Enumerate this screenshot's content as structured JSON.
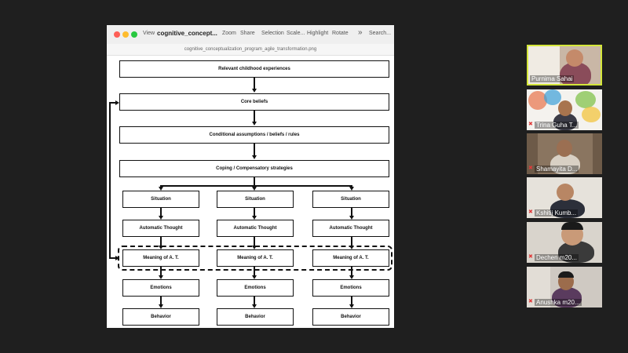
{
  "viewer": {
    "toolbar": {
      "view_label": "View",
      "title": "cognitive_concept...",
      "zoom_label": "Zoom",
      "share_label": "Share",
      "selection_label": "Selection",
      "scale_label": "Scale...",
      "highlight_label": "Highlight",
      "rotate_label": "Rotate",
      "more_label": "»",
      "search_placeholder": "Search..."
    },
    "filename": "cognitive_conceptualization_program_agile_transformation.png"
  },
  "diagram": {
    "top_boxes": [
      "Relevant childhood experiences",
      "Core beliefs",
      "Conditional assumptions / beliefs / rules",
      "Coping / Compensatory strategies"
    ],
    "columns": [
      {
        "situation": "Situation",
        "thought": "Automatic Thought",
        "meaning": "Meaning of A. T.",
        "emotions": "Emotions",
        "behavior": "Behavior"
      },
      {
        "situation": "Situation",
        "thought": "Automatic Thought",
        "meaning": "Meaning of A. T.",
        "emotions": "Emotions",
        "behavior": "Behavior"
      },
      {
        "situation": "Situation",
        "thought": "Automatic Thought",
        "meaning": "Meaning of A. T.",
        "emotions": "Emotions",
        "behavior": "Behavior"
      }
    ]
  },
  "participants": [
    {
      "name": "Purnima Sahai",
      "muted": false,
      "active": true
    },
    {
      "name": "Trina Guha T...",
      "muted": true,
      "active": false
    },
    {
      "name": "Shamayita D...",
      "muted": true,
      "active": false
    },
    {
      "name": "Kshitij Kumb...",
      "muted": true,
      "active": false
    },
    {
      "name": "Dechen  m20...",
      "muted": true,
      "active": false
    },
    {
      "name": "Anushka m20...",
      "muted": true,
      "active": false
    }
  ],
  "colors": {
    "background": "#1f1f1f",
    "active_speaker_border": "#d4e63a",
    "muted_icon": "#e03a3a"
  }
}
